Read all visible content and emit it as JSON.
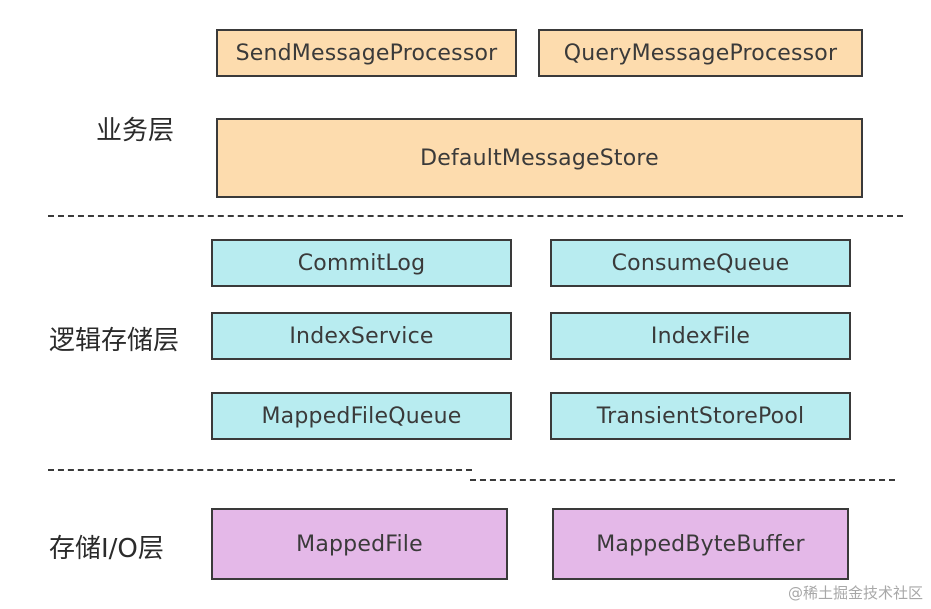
{
  "layers": {
    "business": {
      "label": "业务层",
      "boxes": [
        "SendMessageProcessor",
        "QueryMessageProcessor",
        "DefaultMessageStore"
      ]
    },
    "logical_storage": {
      "label": "逻辑存储层",
      "boxes": [
        "CommitLog",
        "ConsumeQueue",
        "IndexService",
        "IndexFile",
        "MappedFileQueue",
        "TransientStorePool"
      ]
    },
    "storage_io": {
      "label": "存储I/O层",
      "boxes": [
        "MappedFile",
        "MappedByteBuffer"
      ]
    }
  },
  "colors": {
    "business": "#fddcae",
    "logical_storage": "#b8ecf0",
    "storage_io": "#e4b8e8",
    "border": "#3a3a3a"
  },
  "watermark": "@稀土掘金技术社区"
}
